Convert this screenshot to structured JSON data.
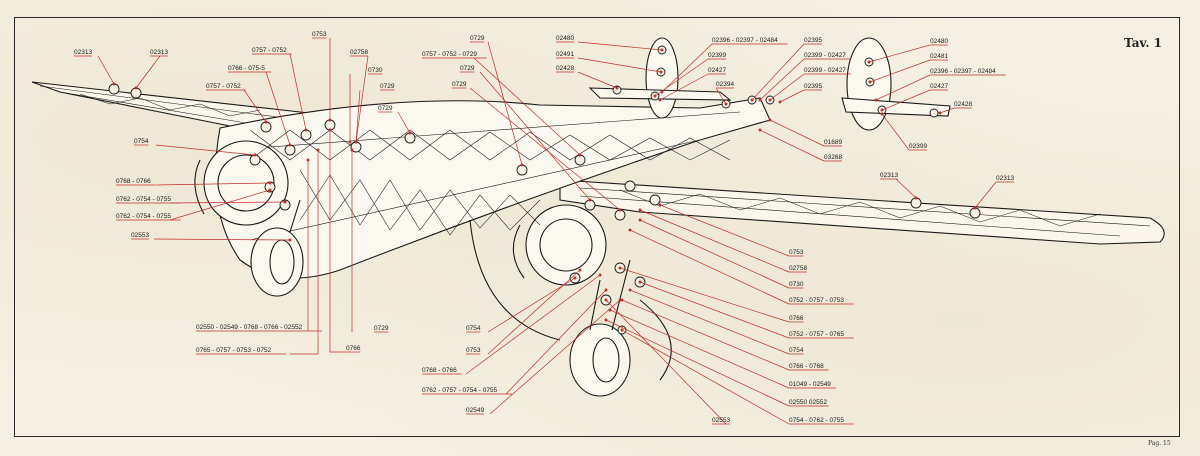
{
  "plate_title": "Tav. 1",
  "page_number": "Pag. 15",
  "colors": {
    "frame": "#2a2a2a",
    "structure": "#1a1a1a",
    "leader": "#c0302c",
    "paper": "#f5f0e3"
  },
  "labels": {
    "l01": "02313",
    "l02": "02313",
    "l03": "0753",
    "l04": "0757 - 0752",
    "l05": "02758",
    "l06": "0766 - 075-5",
    "l07": "0730",
    "l08": "0757 - 0752",
    "l09": "0729",
    "l10": "0729",
    "l11": "0754",
    "l12": "0768 - 0766",
    "l13": "0762 - 0754 - 0755",
    "l14": "0762 - 0754 - 0755",
    "l15": "02553",
    "l16": "0729",
    "l17": "0757 - 0752 - 0729",
    "l18": "0729",
    "l19": "0729",
    "l20": "02480",
    "l21": "02491",
    "l22": "02428",
    "l23": "02396 - 02397 - 02484",
    "l24": "02399",
    "l25": "02427",
    "l26": "02394",
    "l27": "02395",
    "l28": "02399 - 02427",
    "l29": "02399 - 02427",
    "l30": "02395",
    "l31": "02480",
    "l32": "02481",
    "l33": "02396 - 02397 - 02484",
    "l34": "02427",
    "l35": "02428",
    "l36": "02399",
    "l37": "01689",
    "l38": "03268",
    "l39": "02313",
    "l40": "02313",
    "l41": "0753",
    "l42": "02758",
    "l43": "0730",
    "l44": "0752 - 0757 - 0753",
    "l45": "0766",
    "l46": "0752 - 0757 - 0765",
    "l47": "0754",
    "l48": "0766 - 0768",
    "l49": "01049 - 02549",
    "l50": "02550 02552",
    "l51": "0754 - 0762 - 0755",
    "l52": "02553",
    "l53": "0754",
    "l54": "0753",
    "l55": "0768 - 0766",
    "l56": "0762 - 0757 - 0754 - 0755",
    "l57": "02549",
    "l58": "02550 - 02549 - 0768 - 0766 - 02552",
    "l59": "0765 - 0757 - 0753 - 0752",
    "l60": "0766",
    "l61": "0729"
  }
}
